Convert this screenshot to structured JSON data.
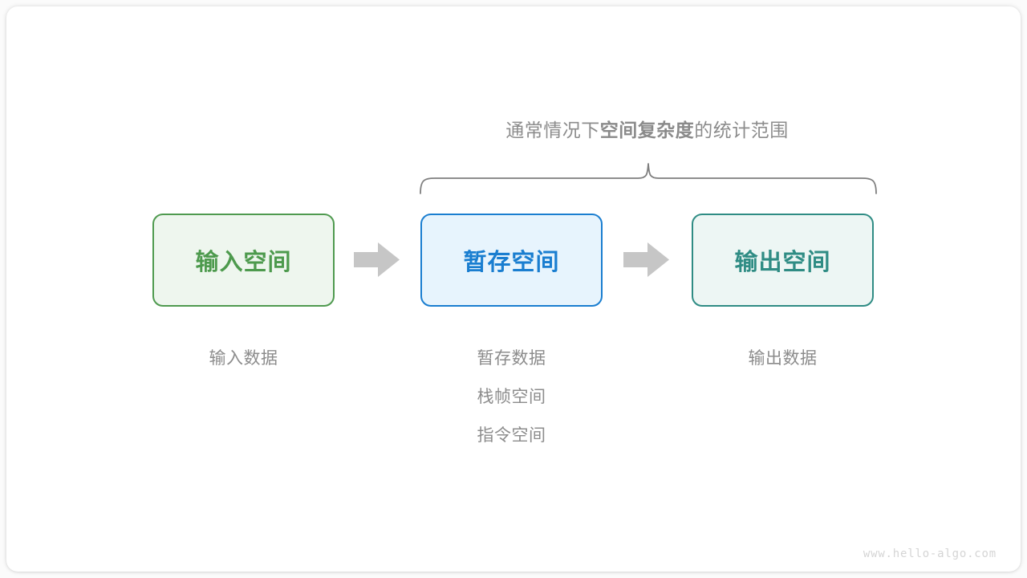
{
  "page": {
    "background_color": "#fbfbfb",
    "card_color": "#ffffff"
  },
  "brace": {
    "caption_prefix": "通常情况下",
    "caption_emphasis": "空间复杂度",
    "caption_suffix": "的统计范围",
    "stroke_color": "#7f7f7f",
    "spans_boxes": [
      "暂存空间",
      "输出空间"
    ]
  },
  "flow": {
    "arrow_color": "#c6c6c6",
    "arrow_1_name": "arrow-input-to-temp",
    "arrow_2_name": "arrow-temp-to-output",
    "boxes": [
      {
        "id": "input",
        "label": "输入空间",
        "border_color": "#4f9a4f",
        "fill_color": "#eef6ee",
        "text_color": "#4d9a4d",
        "captions": [
          "输入数据"
        ]
      },
      {
        "id": "temp",
        "label": "暂存空间",
        "border_color": "#1a7ed0",
        "fill_color": "#e7f4fd",
        "text_color": "#1a7ed0",
        "captions": [
          "暂存数据",
          "栈帧空间",
          "指令空间"
        ]
      },
      {
        "id": "output",
        "label": "输出空间",
        "border_color": "#2f8c84",
        "fill_color": "#edf6f4",
        "text_color": "#2f8c84",
        "captions": [
          "输出数据"
        ]
      }
    ]
  },
  "watermark": {
    "text": "www.hello-algo.com",
    "color": "#d5d5d5"
  }
}
